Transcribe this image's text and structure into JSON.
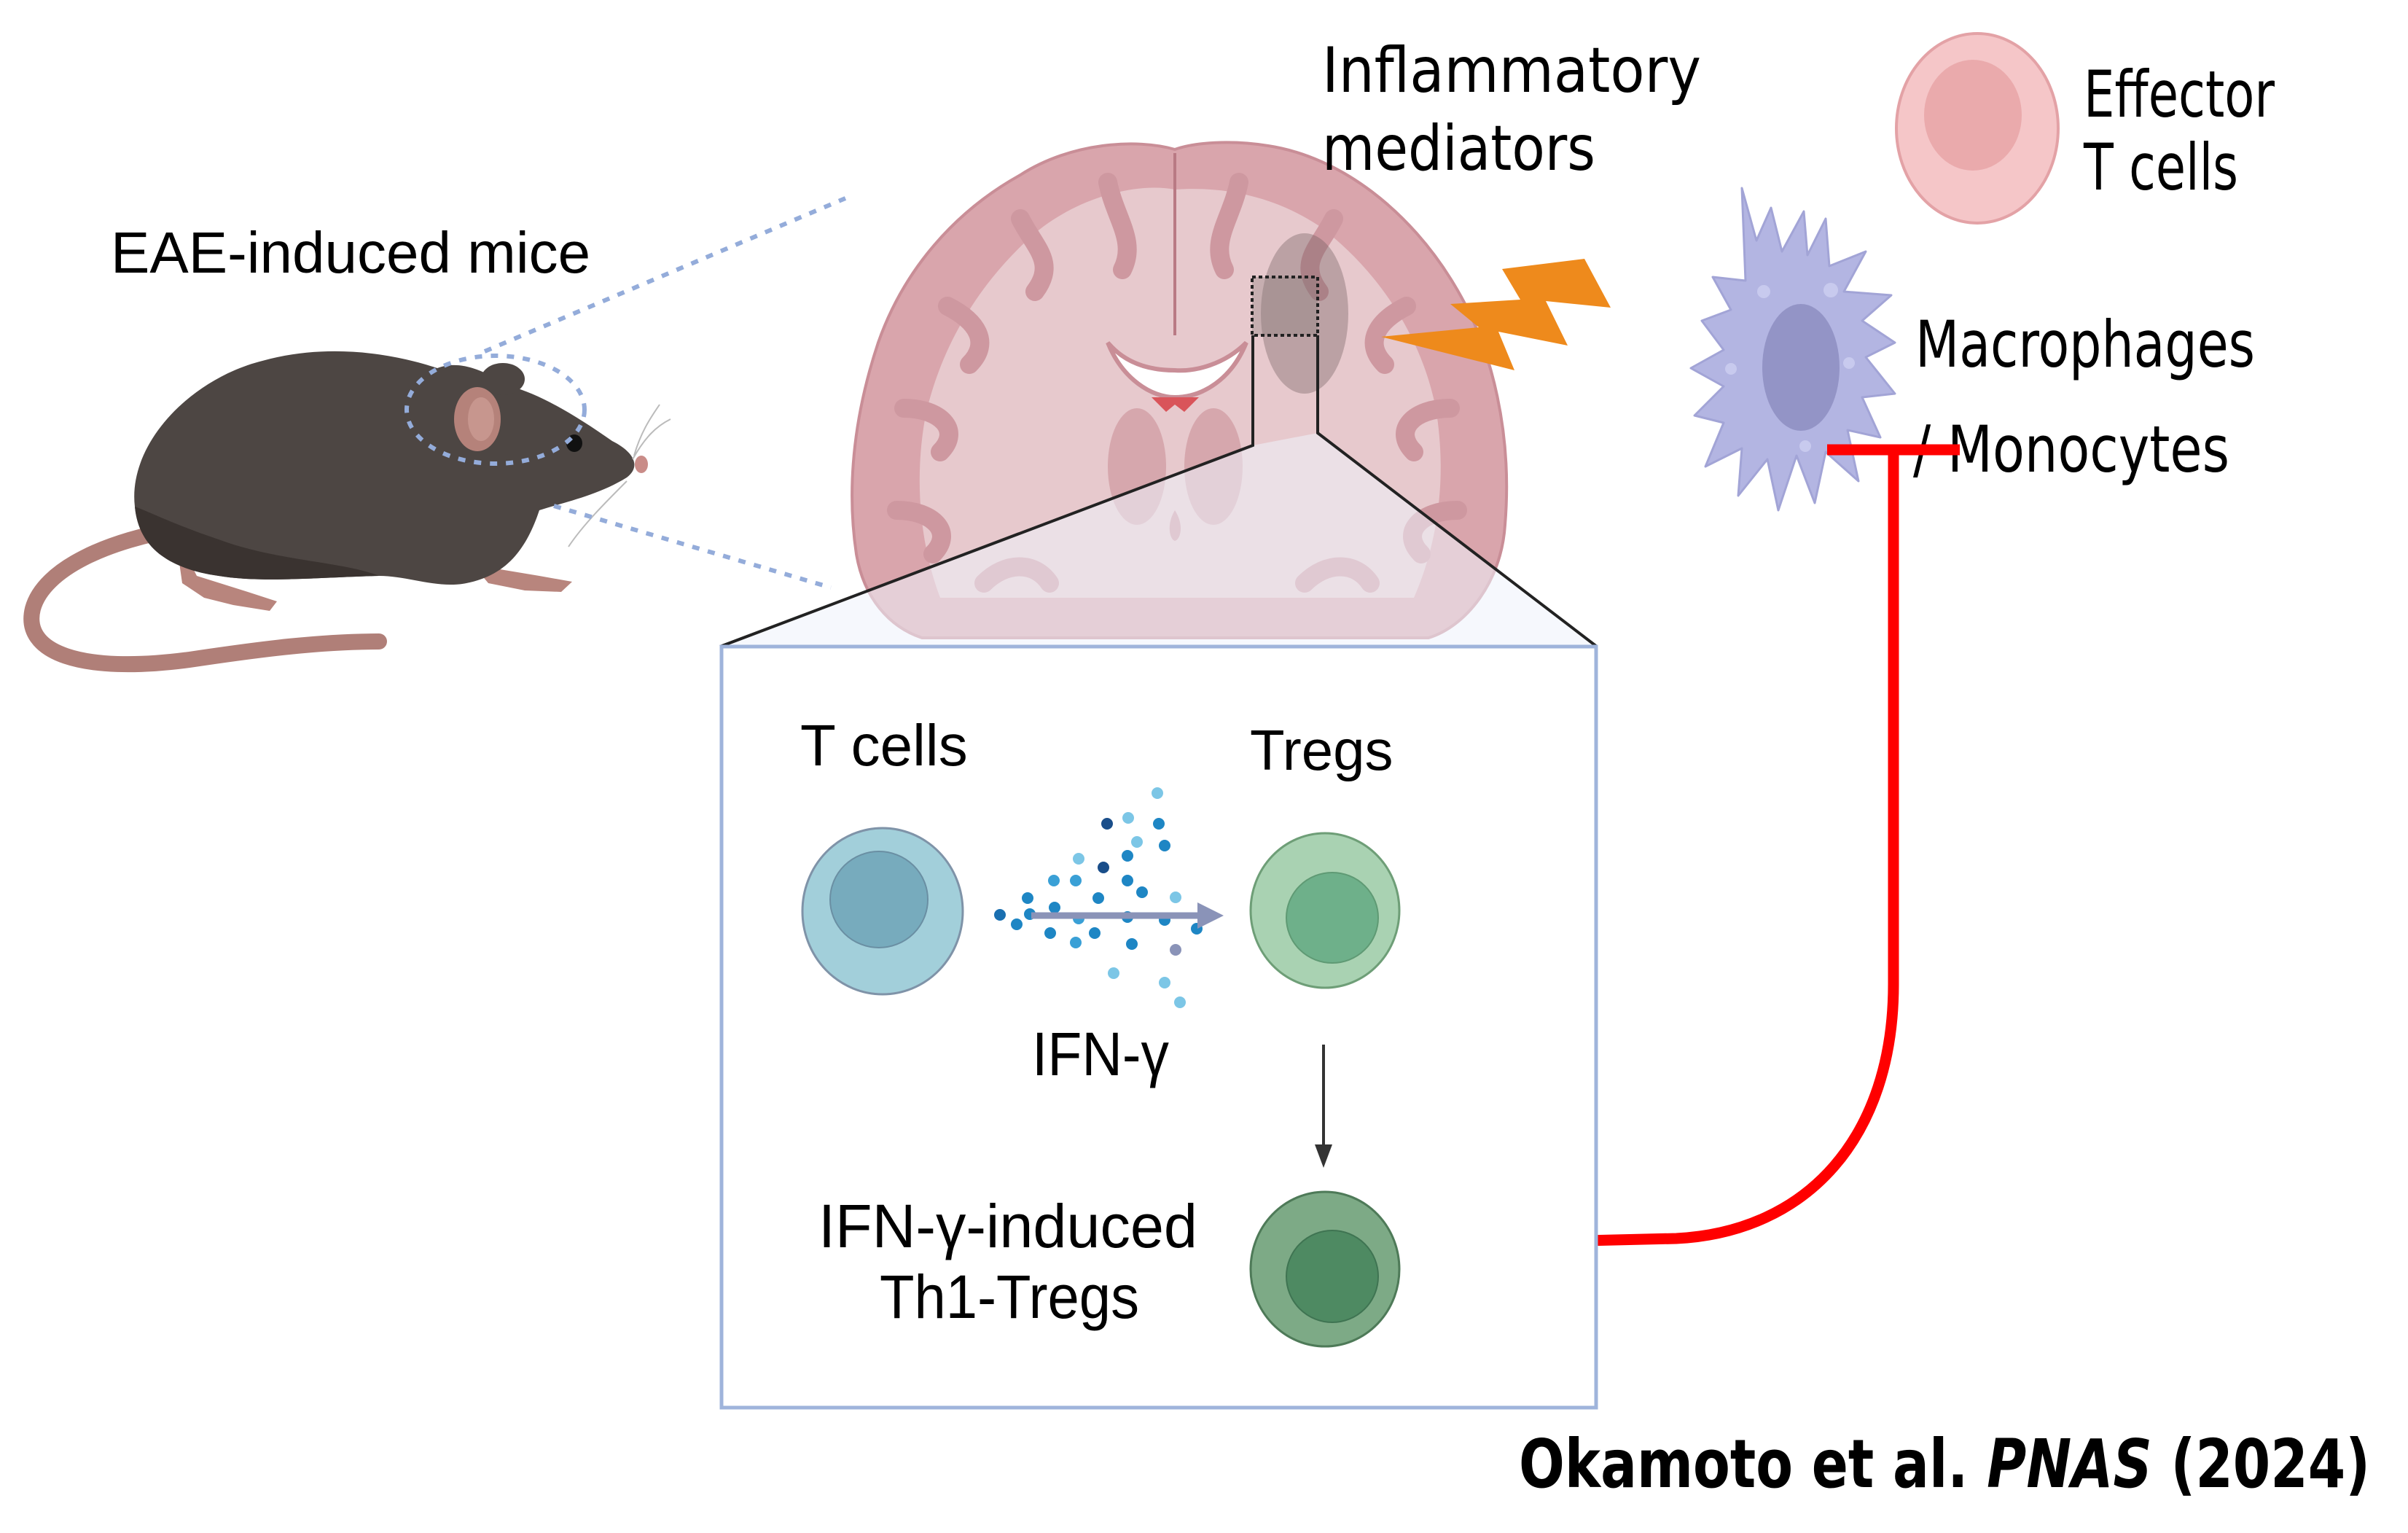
{
  "figure": {
    "citation": {
      "authors": "Okamoto et al.",
      "journal": "PNAS",
      "year": "(2024)"
    },
    "mouse_label": "EAE-induced mice",
    "brain_annotation": {
      "line1": "Inflammatory",
      "line2": "mediators"
    },
    "legend": {
      "effector": {
        "line1": "Effector",
        "line2": "T cells",
        "color": "#F5C6C8",
        "nucleus_color": "#EAAAAC"
      },
      "macrophage": {
        "line1": "Macrophages",
        "line2": "/ Monocytes",
        "color": "#B3B5E2",
        "nucleus_color": "#9394C6"
      }
    },
    "inset": {
      "t_cells_label": "T cells",
      "tregs_label": "Tregs",
      "cytokine_label": "IFN-γ",
      "th1_label_line1": "IFN-γ-induced",
      "th1_label_line2": "Th1-Tregs",
      "colors": {
        "t_cell": "#A2CFDA",
        "t_cell_nucleus": "#77ABBD",
        "treg": "#A9D2B2",
        "treg_nucleus": "#6EB08A",
        "th1_treg": "#7DAA86",
        "th1_treg_nucleus": "#4E8A62",
        "border": "#9FB4DB"
      }
    },
    "relations": {
      "inhibition_color": "#FF0000",
      "lightning_color": "#EE8A1C",
      "zoom_guide_color": "#94ACDA"
    }
  }
}
